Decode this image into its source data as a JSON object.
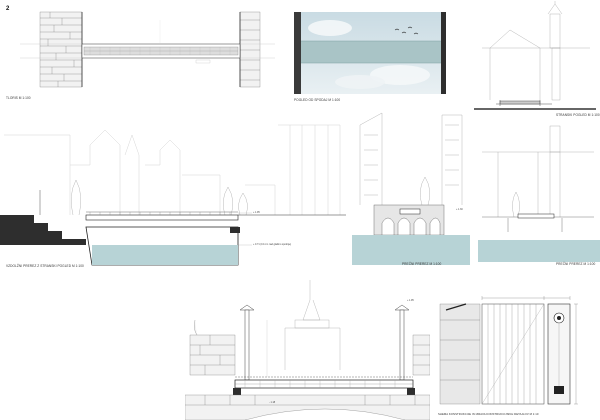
{
  "sheet": {
    "number": "2"
  },
  "panels": {
    "plan": {
      "label": "TLORIS M 1:100"
    },
    "underside": {
      "label": "POGLED OD SPODAJ M 1:100"
    },
    "side_top_right": {
      "label": "STRANSKI POGLED M 1:100"
    },
    "long_section": {
      "label": "VZDOLŽNI PREREZ Z STRANSKI POGLED M 1:100"
    },
    "cross_section_1": {
      "label": "PREČNI PREREZ M 1:100"
    },
    "cross_section_2": {
      "label": "PREČNI PREREZ M 1:100"
    },
    "detail_section": {
      "label": ""
    },
    "detail_construction": {
      "label": "SHEMA KONSTRUKCIJE IN IZRAVA KONSTRUKCIJSKIH DETAJLOV M 1:10"
    }
  },
  "annotations": {
    "level_top": "+ 1.95",
    "level_mid": "+ 1.30",
    "level_water": "+ 0.71 (0.11 m nad gladino spodnje)",
    "level_bottom": "- 1.18",
    "level_det": "+ 1.95"
  },
  "colors": {
    "water": "#b7d3d6",
    "water_band": "#c2dcdf",
    "ground": "#2e2e2e",
    "line": "#555555",
    "light_line": "#9a9a9a",
    "sky_top": "#bcd2dc"
  }
}
